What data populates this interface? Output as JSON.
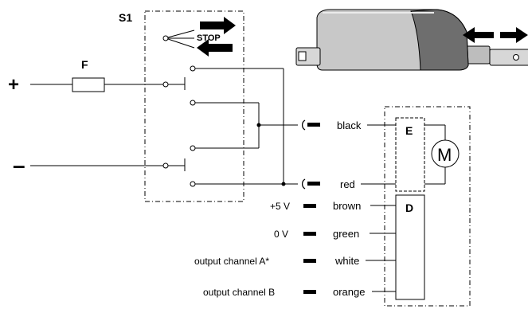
{
  "switch": {
    "name": "S1",
    "stop_label": "STOP"
  },
  "fuse": {
    "name": "F"
  },
  "supply": {
    "plus": "+",
    "minus": "–"
  },
  "blocks": {
    "encoder_box": "E",
    "driver_box": "D",
    "motor": "M"
  },
  "wires": {
    "black": "black",
    "red": "red",
    "brown": "brown",
    "green": "green",
    "white": "white",
    "orange": "orange"
  },
  "signals": {
    "plus5v": "+5 V",
    "zero_v": "0 V",
    "channel_a": "output channel A*",
    "channel_b": "output channel B"
  },
  "colors": {
    "line": "#000000",
    "actuator_fill": "#c8c8c8",
    "actuator_dark": "#6e6e6e"
  }
}
